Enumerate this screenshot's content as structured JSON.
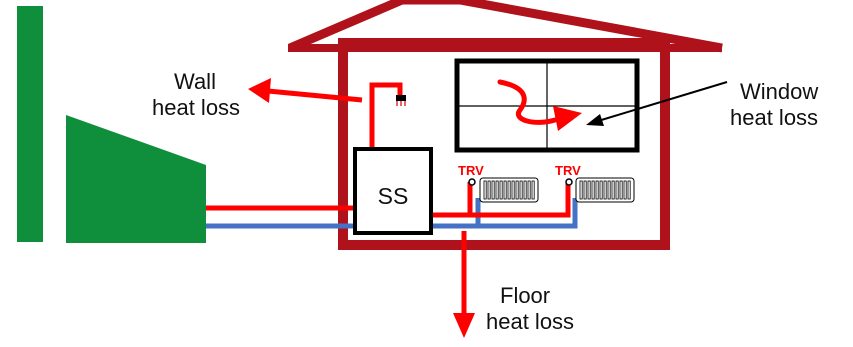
{
  "colors": {
    "house_outline": "#b0121b",
    "green": "#0f8f3c",
    "hot_pipe": "#ff0000",
    "cold_pipe": "#4472c4",
    "arrow_red": "#ff0000",
    "black": "#000000"
  },
  "labels": {
    "wall": [
      "Wall",
      "heat loss"
    ],
    "window": [
      "Window",
      "heat loss"
    ],
    "floor": [
      "Floor",
      "heat loss"
    ],
    "storage": "SS",
    "trv_left": "TRV",
    "trv_right": "TRV"
  }
}
